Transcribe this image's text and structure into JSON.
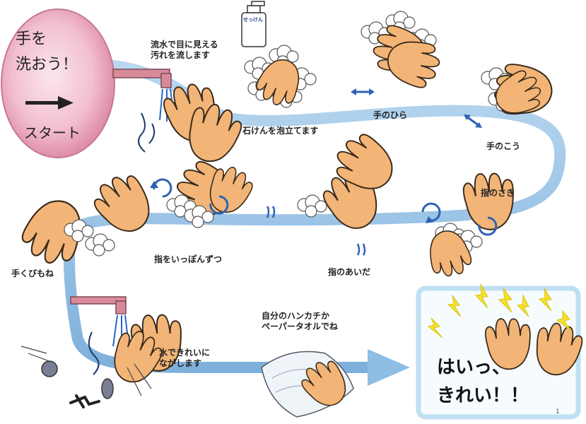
{
  "start": {
    "title_line1": "手を",
    "title_line2": "洗おう！",
    "label": "スタート"
  },
  "steps": {
    "rinse_line1": "流水で目に見える",
    "rinse_line2": "汚れを流します",
    "lather": "石けんを泡立てます",
    "palms": "手のひら",
    "backs": "手のこう",
    "fingertips": "指のさき",
    "between": "指のあいだ",
    "each_finger": "指をいっぽんずつ",
    "wrists": "手くびもね",
    "rinse_off_line1": "水できれいに",
    "rinse_off_line2": "ながします",
    "dry_line1": "自分のハンカチか",
    "dry_line2": "ペーパータオルでね"
  },
  "soap_label": "せっけん",
  "finish": {
    "line1": "はいっ、",
    "line2": "きれい！！"
  },
  "page_number": "1",
  "colors": {
    "path": "#9cc3e4",
    "start_oval": "#e8a3b8",
    "skin": "#f2b577",
    "outline": "#3a2a1a",
    "finish_frame": "#bfe0f2",
    "sparkle": "#f5e12a",
    "arrow_blue": "#2f62b3"
  }
}
